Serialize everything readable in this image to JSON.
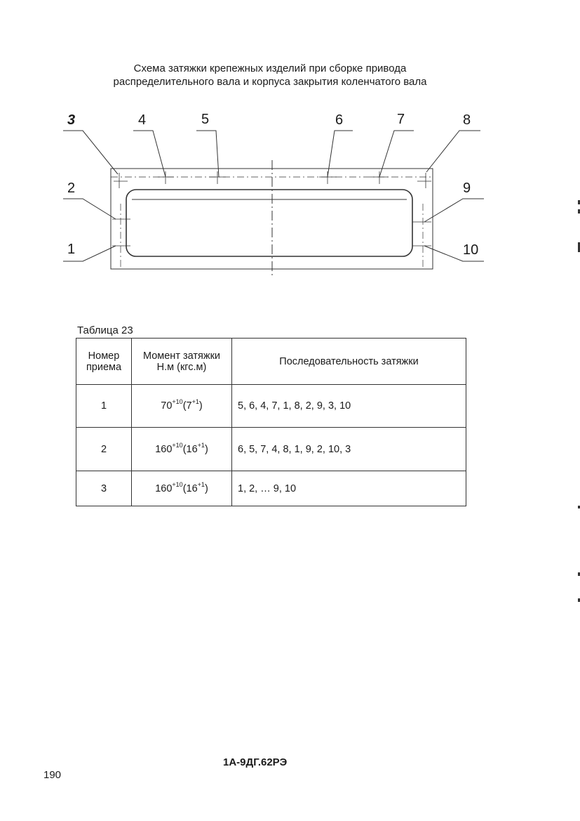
{
  "title": {
    "line1": "Схема затяжки крепежных изделий при сборке привода",
    "line2": "распределительного вала и корпуса закрытия коленчатого вала"
  },
  "diagram": {
    "labels": [
      "3",
      "4",
      "5",
      "6",
      "7",
      "8",
      "2",
      "9",
      "1",
      "10"
    ]
  },
  "table": {
    "caption": "Таблица 23",
    "headers": {
      "col1_l1": "Номер",
      "col1_l2": "приема",
      "col2_l1": "Момент затяжки",
      "col2_l2": "Н.м (кгс.м)",
      "col3": "Последовательность затяжки"
    },
    "rows": [
      {
        "num": "1",
        "torque": "70",
        "torque_tol": "+10",
        "kgs": "7",
        "kgs_tol": "+1",
        "sequence": "5, 6, 4, 7, 1, 8, 2, 9, 3, 10"
      },
      {
        "num": "2",
        "torque": "160",
        "torque_tol": "+10",
        "kgs": "16",
        "kgs_tol": "+1",
        "sequence": "6, 5, 7, 4, 8, 1, 9, 2, 10, 3"
      },
      {
        "num": "3",
        "torque": "160",
        "torque_tol": "+10",
        "kgs": "16",
        "kgs_tol": "+1",
        "sequence": "1, 2, … 9, 10"
      }
    ]
  },
  "footer": {
    "doc_code": "1А-9ДГ.62РЭ",
    "page_number": "190"
  }
}
